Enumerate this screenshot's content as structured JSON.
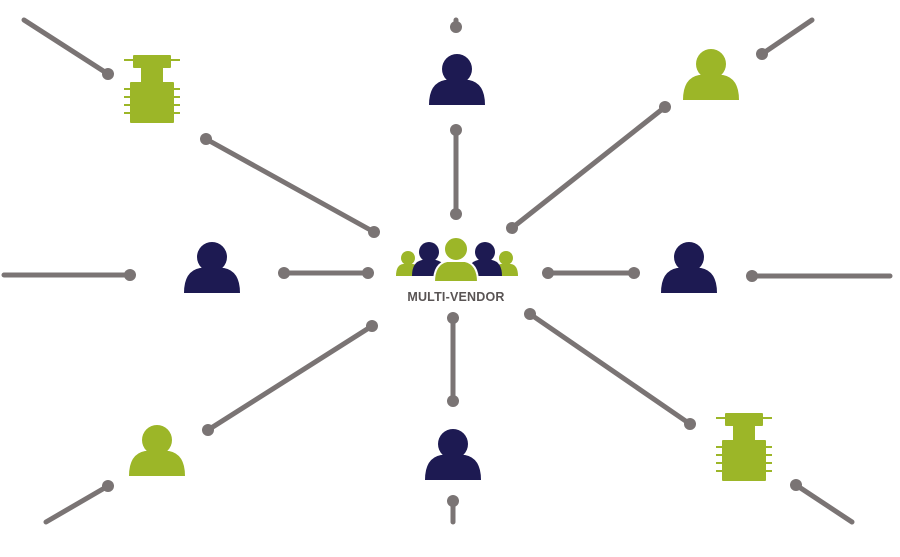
{
  "hub": {
    "label": "MULTI-VENDOR"
  },
  "colors": {
    "connector": "#7a7474",
    "navy": "#1d1a52",
    "green": "#9cb628",
    "background": "#ffffff"
  },
  "icons": {
    "person": "person-icon",
    "device": "server-chip-icon",
    "group": "people-group-icon"
  },
  "nodes": [
    {
      "id": "user-top",
      "kind": "person",
      "color": "navy"
    },
    {
      "id": "user-top-right",
      "kind": "person",
      "color": "green"
    },
    {
      "id": "user-left",
      "kind": "person",
      "color": "navy"
    },
    {
      "id": "user-right",
      "kind": "person",
      "color": "navy"
    },
    {
      "id": "user-bottom-left",
      "kind": "person",
      "color": "green"
    },
    {
      "id": "user-bottom",
      "kind": "person",
      "color": "navy"
    },
    {
      "id": "device-top-left",
      "kind": "device",
      "color": "green"
    },
    {
      "id": "device-bottom-right",
      "kind": "device",
      "color": "green"
    }
  ]
}
